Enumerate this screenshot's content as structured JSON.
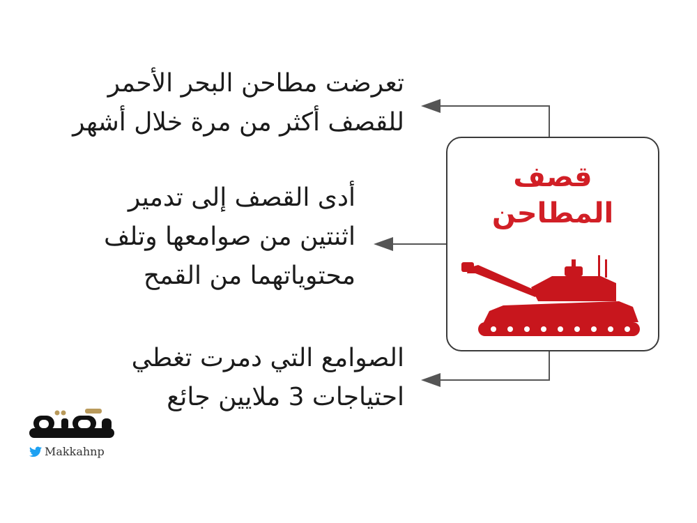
{
  "center": {
    "title_line1": "قصف",
    "title_line2": "المطاحن",
    "icon": "tank-icon"
  },
  "facts": [
    {
      "line1": "تعرضت مطاحن البحر الأحمر",
      "line2": "للقصف أكثر من مرة خلال أشهر"
    },
    {
      "line1": "أدى القصف إلى تدمير",
      "line2": "اثنتين من صوامعها وتلف",
      "line3": "محتوياتهما من القمح"
    },
    {
      "line1": "الصوامع التي دمرت تغطي",
      "line2": "احتياجات 3 ملايين جائع"
    }
  ],
  "logo": {
    "mark": "مكة",
    "handle": "Makkahnp",
    "icon": "twitter-icon"
  },
  "colors": {
    "accent": "#d11f26",
    "text": "#1b1b1b",
    "line": "#555555",
    "logo_gold": "#b99a5b"
  }
}
